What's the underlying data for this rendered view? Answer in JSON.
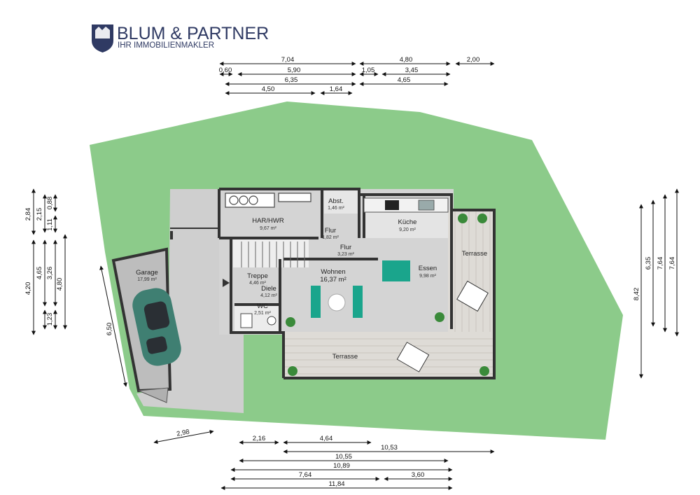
{
  "brand": {
    "name": "BLUM & PARTNER",
    "tagline": "IHR IMMOBILIENMAKLER"
  },
  "colors": {
    "lawn": "#8ccb8a",
    "wall": "#333333",
    "floor": "#cfcfcf",
    "deck": "#dedbd6",
    "brand": "#2f3a63",
    "accent": "#1aa58c"
  },
  "rooms": [
    {
      "id": "har",
      "name": "HAR/HWR",
      "area": "9,67 m²"
    },
    {
      "id": "abst",
      "name": "Abst.",
      "area": "1,46 m²"
    },
    {
      "id": "kueche",
      "name": "Küche",
      "area": "9,20 m²"
    },
    {
      "id": "flur1",
      "name": "Flur",
      "area": "1,82 m²"
    },
    {
      "id": "flur2",
      "name": "Flur",
      "area": "3,23 m²"
    },
    {
      "id": "wohnen",
      "name": "Wohnen",
      "area": "16,37 m²"
    },
    {
      "id": "essen",
      "name": "Essen",
      "area": "9,98 m²"
    },
    {
      "id": "treppe",
      "name": "Treppe",
      "area": "4,46 m²"
    },
    {
      "id": "diele",
      "name": "Diele",
      "area": "4,12 m²"
    },
    {
      "id": "wc",
      "name": "WC",
      "area": "2,51 m²"
    },
    {
      "id": "garage",
      "name": "Garage",
      "area": "17,99 m²"
    },
    {
      "id": "terrasse1",
      "name": "Terrasse",
      "area": ""
    },
    {
      "id": "terrasse2",
      "name": "Terrasse",
      "area": ""
    }
  ],
  "dimensions": {
    "top": [
      "7,04",
      "4,80",
      "2,00",
      "0,60",
      "5,90",
      "1,05",
      "3,45",
      "6,35",
      "4,65",
      "4,50",
      "1,64"
    ],
    "left": [
      "2,84",
      "2,15",
      "0,88",
      "1,11",
      "4,20",
      "4,65",
      "3,26",
      "4,80",
      "1,23"
    ],
    "garage": [
      "6,50",
      "2,98"
    ],
    "right": [
      "8,42",
      "6,35",
      "7,64",
      "7,64"
    ],
    "bottom": [
      "2,16",
      "4,64",
      "10,53",
      "10,55",
      "10,89",
      "7,64",
      "3,60",
      "11,84"
    ]
  }
}
